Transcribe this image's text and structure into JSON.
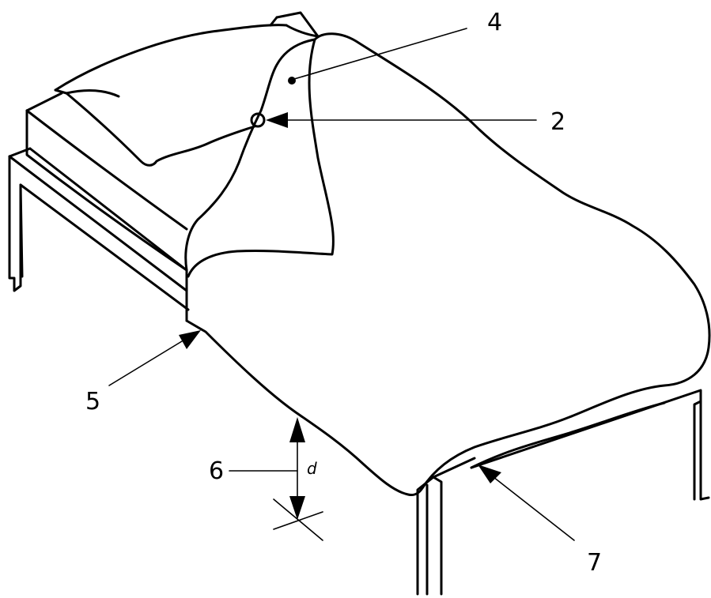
{
  "callouts": {
    "label_4": "4",
    "label_2": "2",
    "label_5": "5",
    "label_6": "6",
    "label_7": "7"
  },
  "dimension": {
    "symbol": "d"
  },
  "colors": {
    "line": "#000000",
    "background": "#ffffff"
  }
}
